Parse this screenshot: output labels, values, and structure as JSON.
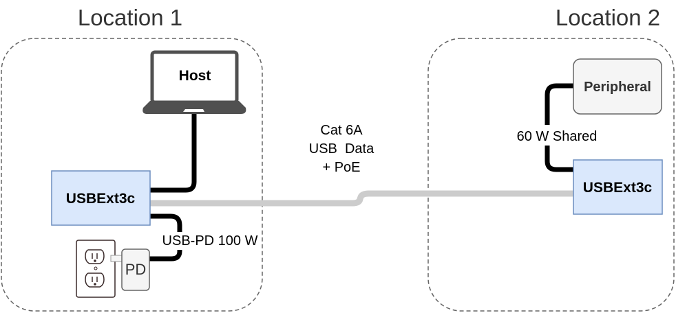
{
  "locations": [
    {
      "title": "Location 1"
    },
    {
      "title": "Location 2"
    }
  ],
  "nodes": {
    "host": {
      "label": "Host"
    },
    "extender_local": {
      "label": "USBExt3c"
    },
    "extender_remote": {
      "label": "USBExt3c"
    },
    "peripheral": {
      "label": "Peripheral"
    },
    "power_supply": {
      "label": "PD"
    }
  },
  "edges": {
    "cat6a": {
      "lines": [
        "Cat 6A",
        "USB  Data",
        "+ PoE"
      ]
    },
    "usb_pd": {
      "label": "USB-PD 100 W"
    },
    "shared_power": {
      "label": "60 W Shared"
    }
  },
  "colors": {
    "extender_fill": "#dae8fc",
    "extender_stroke": "#6c8ebf",
    "peripheral_fill": "#f5f5f5",
    "peripheral_stroke": "#666666",
    "cable_gray": "#cccccc",
    "cable_black": "#000000",
    "laptop": "#505050",
    "dashed_border": "#666666"
  }
}
